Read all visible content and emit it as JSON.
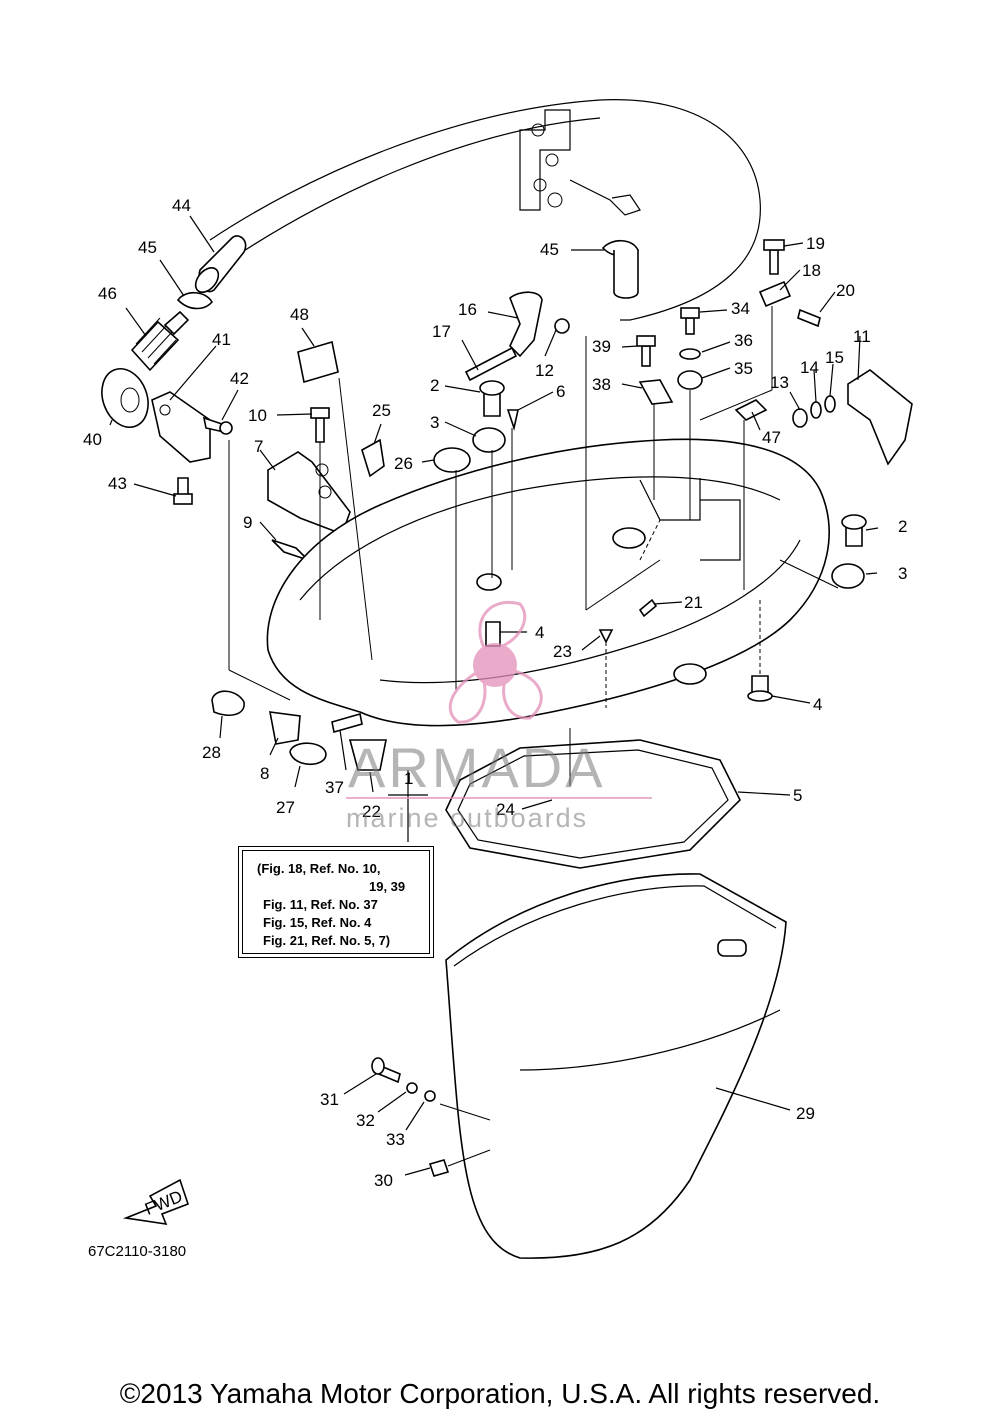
{
  "callouts": [
    "1",
    "2",
    "2",
    "3",
    "3",
    "4",
    "4",
    "5",
    "6",
    "7",
    "8",
    "9",
    "10",
    "11",
    "12",
    "13",
    "14",
    "15",
    "16",
    "17",
    "18",
    "19",
    "20",
    "21",
    "22",
    "23",
    "24",
    "25",
    "26",
    "27",
    "28",
    "29",
    "30",
    "31",
    "32",
    "33",
    "34",
    "35",
    "36",
    "37",
    "38",
    "39",
    "40",
    "41",
    "42",
    "43",
    "44",
    "45",
    "45",
    "46",
    "47",
    "48"
  ],
  "reference_box": {
    "lines": [
      "(Fig. 18, Ref. No. 10,",
      "19, 39",
      "Fig. 11, Ref. No. 37",
      "Fig. 15, Ref. No. 4",
      "Fig. 21, Ref. No. 5, 7)"
    ]
  },
  "fwd_label": "FWD",
  "diagram_code": "67C2110-3180",
  "watermark": {
    "brand": "ARMADA",
    "subtitle": "marine outboards",
    "accent_color": "#e28fb8"
  },
  "copyright": "©2013 Yamaha Motor Corporation, U.S.A. All rights reserved."
}
